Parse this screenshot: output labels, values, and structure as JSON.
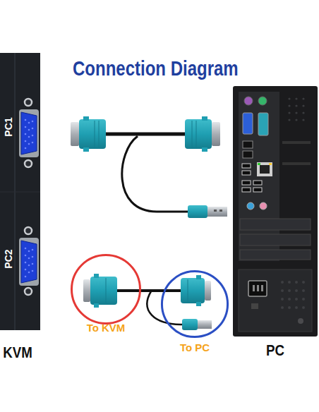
{
  "diagram": {
    "title": "Connection Diagram",
    "nodes": [
      {
        "text": [
          "PC1",
          "PC2",
          "KVM"
        ]
      },
      {
        "text": [
          "PC"
        ]
      },
      {
        "text": [
          "To KVM"
        ]
      },
      {
        "text": [
          "To PC"
        ]
      }
    ],
    "edges": [
      {
        "from": 2,
        "to": 3,
        "arrow": "none"
      }
    ]
  }
}
